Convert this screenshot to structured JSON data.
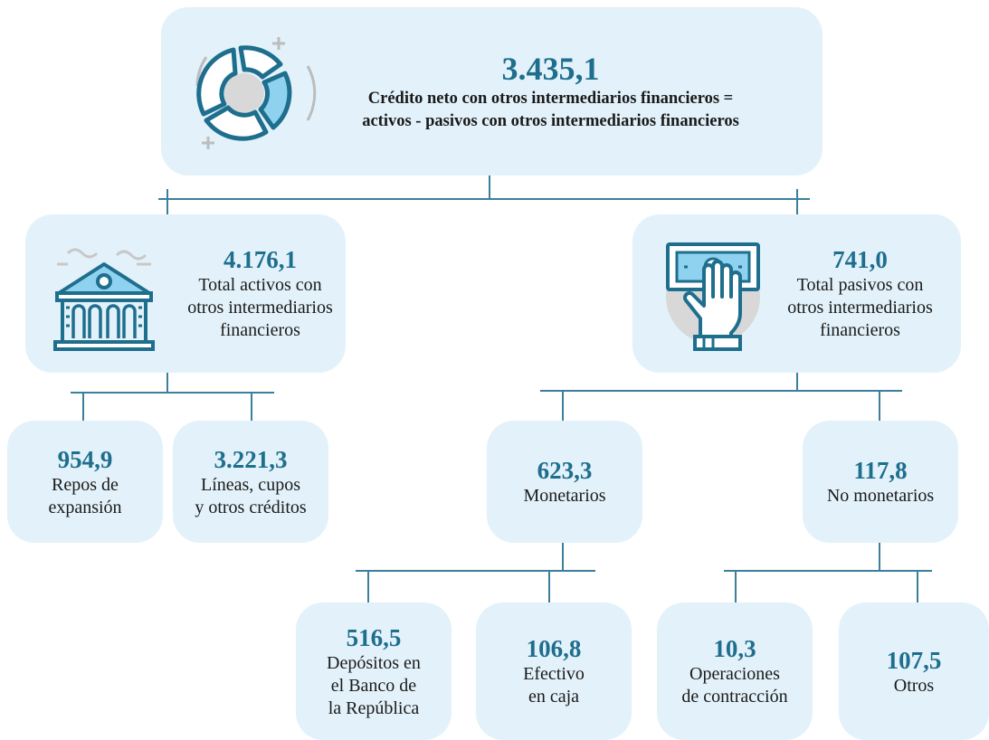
{
  "root": {
    "value": "3.435,1",
    "label": "Crédito neto con otros intermediarios financieros =\nactivos - pasivos con otros intermediarios financieros",
    "icon": "donut-chart-icon"
  },
  "assets": {
    "value": "4.176,1",
    "label": "Total activos con\notros intermediarios\nfinancieros",
    "icon": "bank-building-icon",
    "children": [
      {
        "value": "954,9",
        "label": "Repos de\nexpansión"
      },
      {
        "value": "3.221,3",
        "label": "Líneas, cupos\ny otros créditos"
      }
    ]
  },
  "liabilities": {
    "value": "741,0",
    "label": "Total pasivos con\notros intermediarios\nfinancieros",
    "icon": "hand-with-banknote-icon",
    "children": [
      {
        "value": "623,3",
        "label": "Monetarios",
        "children": [
          {
            "value": "516,5",
            "label": "Depósitos en\nel Banco de\nla República"
          },
          {
            "value": "106,8",
            "label": "Efectivo\nen caja"
          }
        ]
      },
      {
        "value": "117,8",
        "label": "No monetarios",
        "children": [
          {
            "value": "10,3",
            "label": "Operaciones\nde contracción"
          },
          {
            "value": "107,5",
            "label": "Otros"
          }
        ]
      }
    ]
  },
  "colors": {
    "box": "#e3f2fa",
    "value": "#1e6e8e",
    "connector": "#3b7f9d",
    "icon": "#1e6e8e",
    "icon_fill": "#8fd2ef"
  }
}
